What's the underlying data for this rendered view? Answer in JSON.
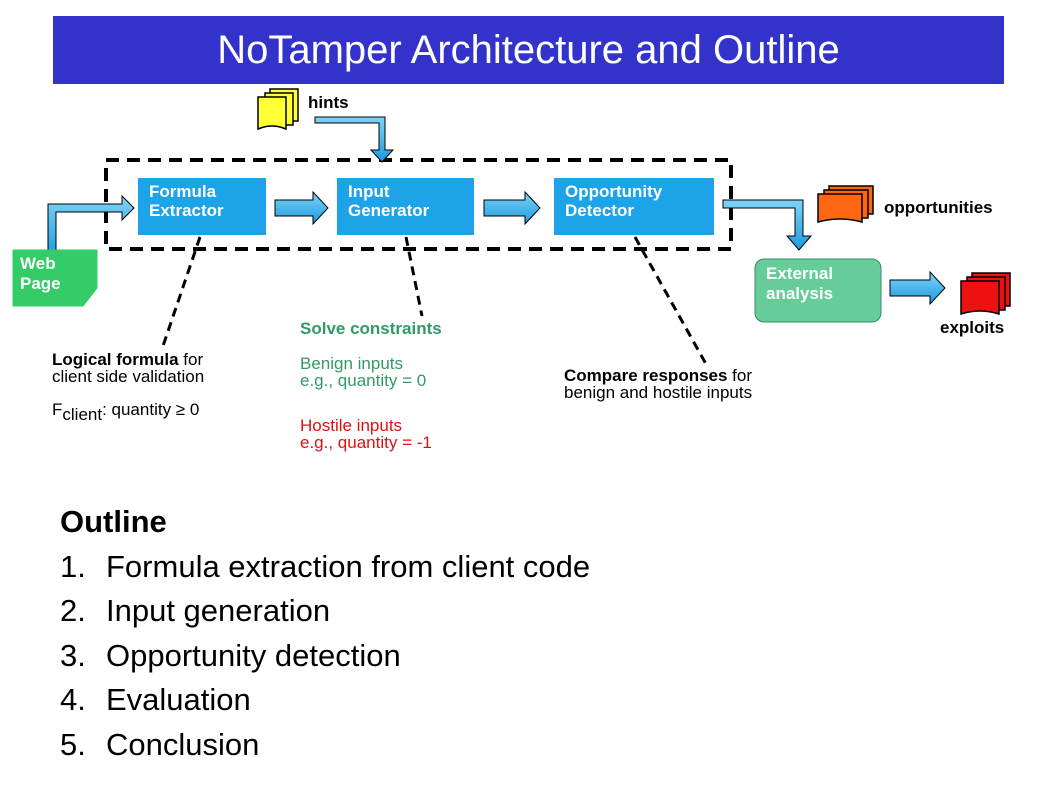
{
  "title": "NoTamper Architecture and Outline",
  "diagram": {
    "web_page": [
      "Web",
      "Page"
    ],
    "hints": "hints",
    "boxes": {
      "formula_extractor": [
        "Formula",
        "Extractor"
      ],
      "input_generator": [
        "Input",
        "Generator"
      ],
      "opportunity_detector": [
        "Opportunity",
        "Detector"
      ],
      "external_analysis": [
        "External",
        "analysis"
      ]
    },
    "opportunities": "opportunities",
    "exploits": "exploits",
    "notes": {
      "logical_bold": "Logical formula",
      "logical_rest": " for",
      "logical_line2": "client side validation",
      "fclient_f": "F",
      "fclient_sub": "client",
      "fclient_rest": ": quantity ≥ 0",
      "solve": "Solve constraints",
      "benign_1": "Benign inputs",
      "benign_2": "e.g., quantity = 0",
      "hostile_1": "Hostile inputs",
      "hostile_2": "e.g., quantity = -1",
      "compare_bold": "Compare responses",
      "compare_rest": " for",
      "compare_line2": "benign and hostile inputs"
    }
  },
  "outline": {
    "heading": "Outline",
    "items": [
      {
        "num": "1.",
        "text": "Formula extraction from client code"
      },
      {
        "num": "2.",
        "text": "Input generation"
      },
      {
        "num": "3.",
        "text": "Opportunity detection"
      },
      {
        "num": "4.",
        "text": "Evaluation"
      },
      {
        "num": "5.",
        "text": "Conclusion"
      }
    ]
  },
  "colors": {
    "title_bg": "#3333cc",
    "box_blue": "#1ca3e8",
    "web_page_green": "#33cc66",
    "external_green": "#66cc99",
    "hints_yellow": "#ffff33",
    "opportunities_orange": "#ff6611",
    "exploits_red": "#ee1111",
    "solve_green": "#339966",
    "hostile_red": "#dd1111"
  }
}
